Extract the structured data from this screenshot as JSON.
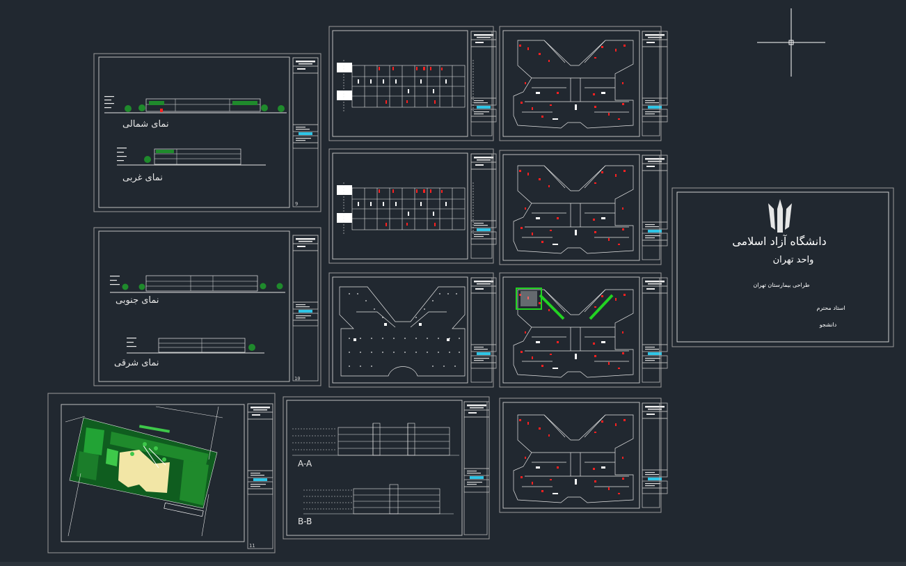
{
  "sheets": {
    "north_elevation": "نمای شمالی",
    "west_elevation": "نمای غربی",
    "south_elevation": "نمای جنوبی",
    "east_elevation": "نمای شرقی",
    "section_a": "A-A",
    "section_b": "B-B"
  },
  "sheet_numbers": {
    "s9": "9",
    "s10": "10",
    "s11": "11"
  },
  "cover": {
    "university": "دانشگاه آزاد اسلامی",
    "branch": "واحد تهران",
    "project": "طراحی بیمارستان تهران",
    "instructor": "استاد محترم",
    "student": "دانشجو"
  },
  "colors": {
    "background": "#212830",
    "sheet_border": "#9a9a9a",
    "line": "#e6e6e6",
    "red": "#ff2020",
    "green": "#1f8a2c",
    "bright_green": "#22d322",
    "cyan": "#2ec5e6",
    "yellow_site": "#f2e6a6"
  },
  "icons": {
    "crosshair": "cad-crosshair-cursor",
    "logo": "azad-university-logo"
  }
}
